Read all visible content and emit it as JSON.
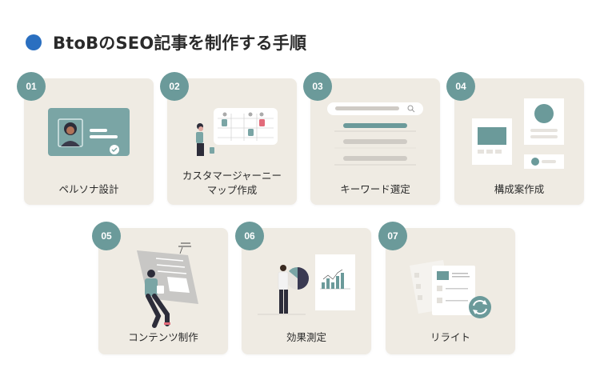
{
  "title": {
    "text": "BtoBのSEO記事を制作する手順",
    "dot_color": "#2a6fc0"
  },
  "colors": {
    "card_bg": "#efebe3",
    "badge": "#6b9a9a",
    "accent_teal": "#6b9a9a",
    "accent_red": "#e26b7a",
    "dark": "#3a3a4a"
  },
  "steps": [
    {
      "number": "01",
      "label": "ペルソナ設計",
      "icon": "persona-card-icon"
    },
    {
      "number": "02",
      "label_line1": "カスタマージャーニー",
      "label_line2": "マップ作成",
      "icon": "journey-map-icon"
    },
    {
      "number": "03",
      "label": "キーワード選定",
      "icon": "keyword-search-icon"
    },
    {
      "number": "04",
      "label": "構成案作成",
      "icon": "wireframe-layout-icon"
    },
    {
      "number": "05",
      "label": "コンテンツ制作",
      "icon": "content-writing-icon"
    },
    {
      "number": "06",
      "label": "効果測定",
      "icon": "analytics-chart-icon"
    },
    {
      "number": "07",
      "label": "リライト",
      "icon": "rewrite-refresh-icon"
    }
  ]
}
